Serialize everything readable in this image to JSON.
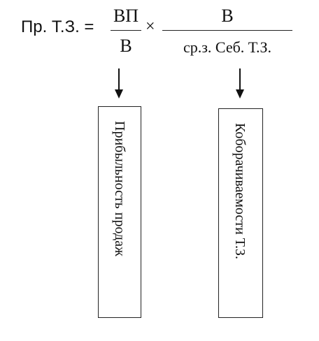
{
  "formula": {
    "lhs": "Пр. Т.З. =",
    "fraction1": {
      "numerator": "ВП",
      "denominator": "В"
    },
    "operator": "×",
    "fraction2": {
      "numerator": "В",
      "denominator": "ср.з. Себ. Т.З."
    }
  },
  "boxes": {
    "left": {
      "label": "Прибыльность продаж"
    },
    "right": {
      "label": "Коборачиваемости Т.З."
    }
  }
}
